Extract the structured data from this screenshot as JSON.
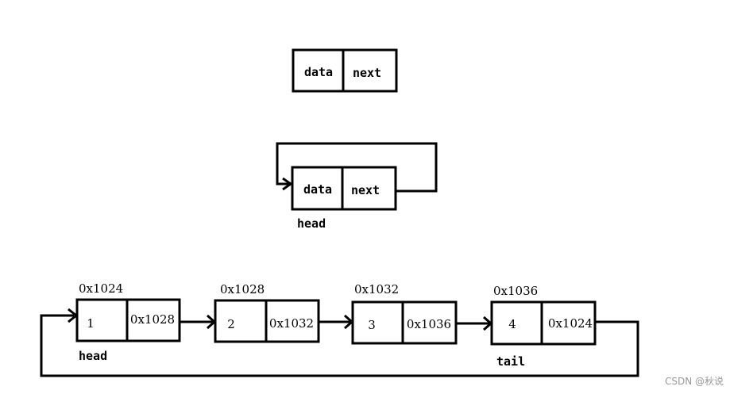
{
  "single_node": {
    "field_data": "data",
    "field_next": "next"
  },
  "self_loop_node": {
    "field_data": "data",
    "field_next": "next",
    "label": "head"
  },
  "circular_list": {
    "nodes": [
      {
        "address": "0x1024",
        "value": "1",
        "next": "0x1028"
      },
      {
        "address": "0x1028",
        "value": "2",
        "next": "0x1032"
      },
      {
        "address": "0x1032",
        "value": "3",
        "next": "0x1036"
      },
      {
        "address": "0x1036",
        "value": "4",
        "next": "0x1024"
      }
    ],
    "head_label": "head",
    "tail_label": "tail"
  },
  "watermark": "CSDN @秋说",
  "colors": {
    "stroke": "#000000",
    "background": "#ffffff",
    "watermark": "#999999"
  }
}
